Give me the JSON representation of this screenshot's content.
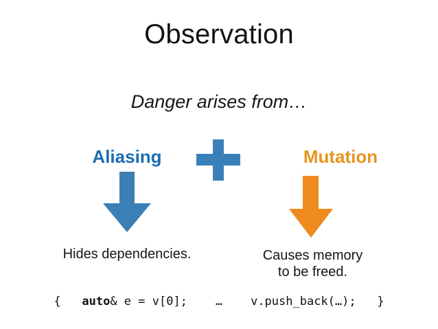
{
  "slide": {
    "title": "Observation",
    "subtitle": "Danger arises from…",
    "background_color": "#ffffff",
    "columns": {
      "left": {
        "heading": "Aliasing",
        "heading_color": "#1c6cb5",
        "arrow_color": "#3a7fb5",
        "arrow_icon": "arrow-down-icon",
        "caption": "Hides dependencies."
      },
      "right": {
        "heading": "Mutation",
        "heading_color": "#e8941f",
        "arrow_color": "#ee8a1e",
        "arrow_icon": "arrow-down-icon",
        "caption_line1": "Causes memory",
        "caption_line2": "to be freed."
      }
    },
    "operator": {
      "icon": "plus-icon",
      "color": "#3a80b8"
    },
    "code": {
      "open_brace": "{",
      "gap1": "   ",
      "keyword": "auto",
      "declaration": "& e = v[0];",
      "gap2": "    ",
      "ellipsis1": "…",
      "gap3": "    ",
      "call": "v.push_back(…);",
      "gap4": "   ",
      "close_brace": "}",
      "full_text": "{   auto& e = v[0];    …    v.push_back(…);   }"
    }
  }
}
